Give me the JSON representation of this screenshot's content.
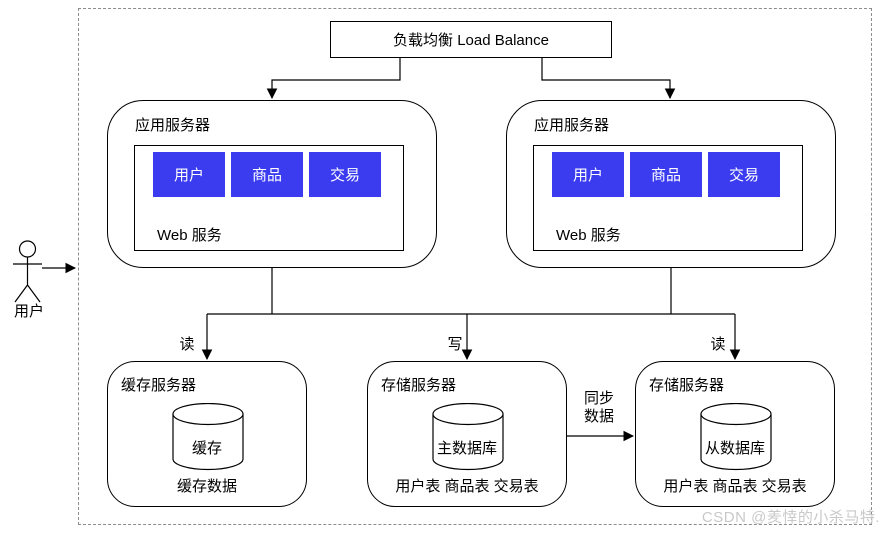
{
  "colors": {
    "module_blue": "#3b3bf0",
    "module_text": "#ffffff",
    "line": "#000000",
    "boundary_dash": "#8c8c8c",
    "watermark": "#c9c9c9"
  },
  "load_balancer": {
    "label": "负载均衡 Load Balance"
  },
  "user_actor": {
    "label": "用户"
  },
  "app_servers": [
    {
      "title": "应用服务器",
      "modules": [
        "用户",
        "商品",
        "交易"
      ],
      "web_label": "Web 服务"
    },
    {
      "title": "应用服务器",
      "modules": [
        "用户",
        "商品",
        "交易"
      ],
      "web_label": "Web 服务"
    }
  ],
  "edge_labels": {
    "read_left": "读",
    "write": "写",
    "read_right": "读",
    "sync_line1": "同步",
    "sync_line2": "数据"
  },
  "bottom_servers": [
    {
      "title": "缓存服务器",
      "db_label": "缓存",
      "caption": "缓存数据"
    },
    {
      "title": "存储服务器",
      "db_label": "主数据库",
      "caption": "用户表 商品表 交易表"
    },
    {
      "title": "存储服务器",
      "db_label": "从数据库",
      "caption": "用户表 商品表 交易表"
    }
  ],
  "watermark": "CSDN @羑悻的小杀马特."
}
